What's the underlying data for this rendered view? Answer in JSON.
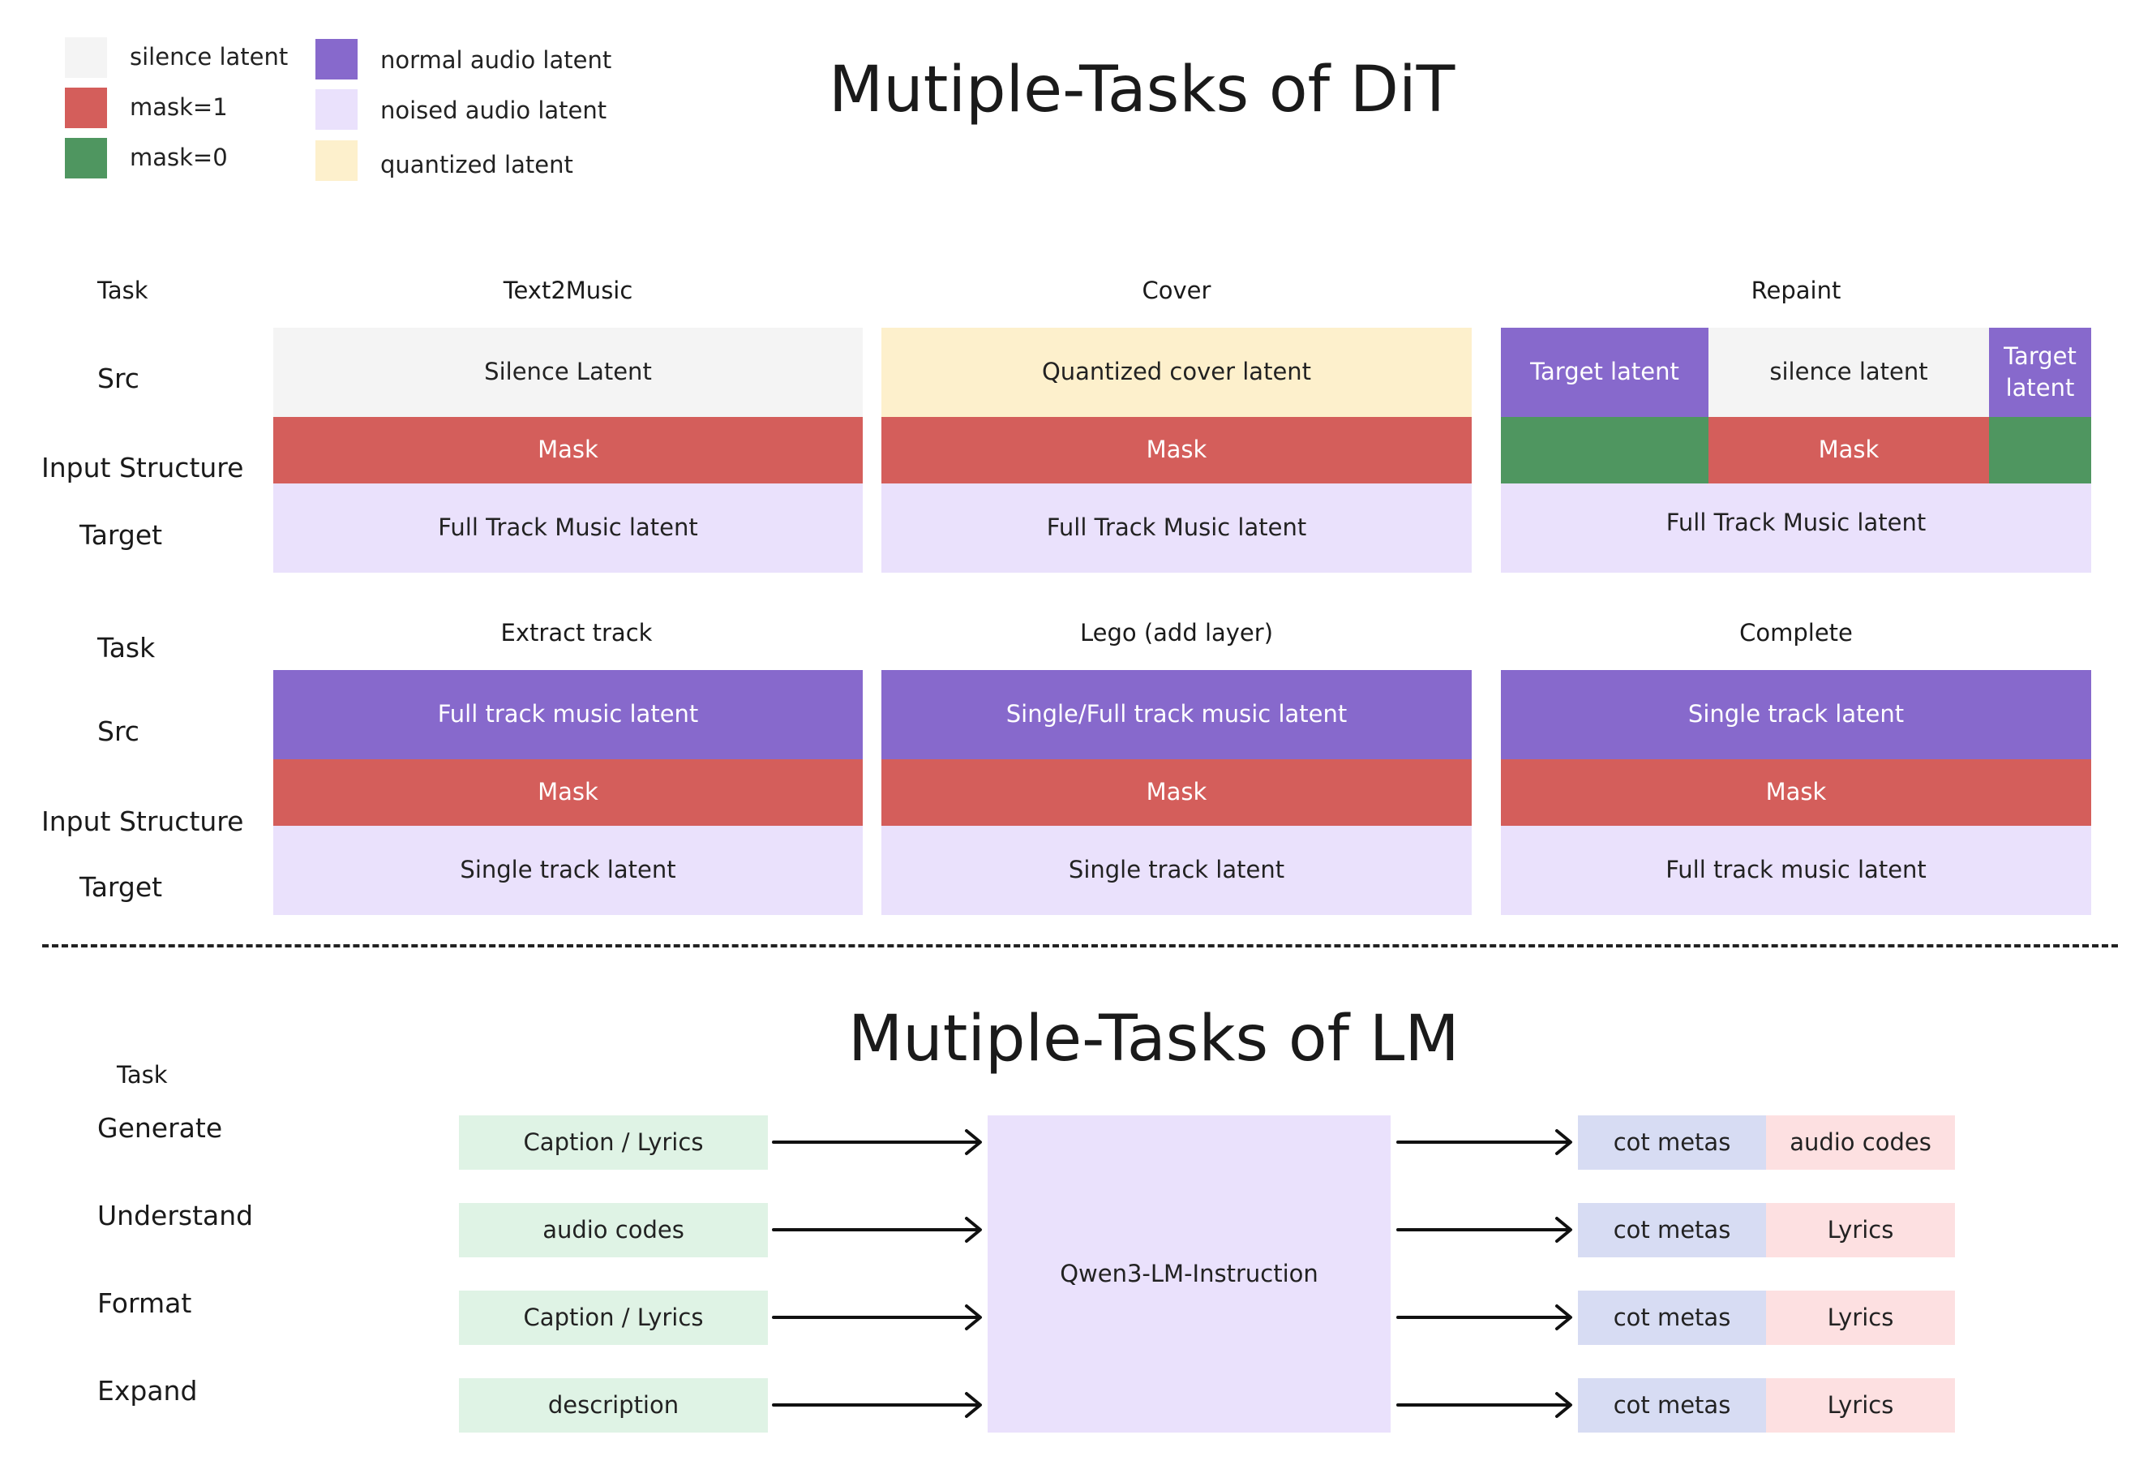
{
  "legend": {
    "items": [
      {
        "label": "silence latent",
        "color": "#f4f4f4"
      },
      {
        "label": "mask=1",
        "color": "#d45e5b"
      },
      {
        "label": "mask=0",
        "color": "#4f9660"
      },
      {
        "label": "normal audio latent",
        "color": "#8769cc"
      },
      {
        "label": "noised audio latent",
        "color": "#eae1fc"
      },
      {
        "label": "quantized latent",
        "color": "#fdf0cc"
      }
    ]
  },
  "dit": {
    "title": "Mutiple-Tasks of DiT",
    "row_labels": {
      "task": "Task",
      "src": "Src",
      "input_structure": "Input Structure",
      "target": "Target"
    },
    "tasks": [
      {
        "name": "Text2Music",
        "src": "Silence Latent",
        "mask": "Mask",
        "target": "Full Track Music latent"
      },
      {
        "name": "Cover",
        "src": "Quantized cover latent",
        "mask": "Mask",
        "target": "Full Track Music latent"
      },
      {
        "name": "Repaint",
        "src_left": "Target latent",
        "src_mid": "silence latent",
        "src_right": "Target latent",
        "mask": "Mask",
        "target": "Full Track Music latent"
      },
      {
        "name": "Extract track",
        "src": "Full track music latent",
        "mask": "Mask",
        "target": "Single track latent"
      },
      {
        "name": "Lego (add layer)",
        "src": "Single/Full track music latent",
        "mask": "Mask",
        "target": "Single track latent"
      },
      {
        "name": "Complete",
        "src": "Single track latent",
        "mask": "Mask",
        "target": "Full track music latent"
      }
    ]
  },
  "lm": {
    "title": "Mutiple-Tasks of LM",
    "task_header": "Task",
    "model": "Qwen3-LM-Instruction",
    "rows": [
      {
        "task": "Generate",
        "input": "Caption / Lyrics",
        "out1": "cot metas",
        "out2": "audio codes"
      },
      {
        "task": "Understand",
        "input": "audio codes",
        "out1": "cot metas",
        "out2": "Lyrics"
      },
      {
        "task": "Format",
        "input": "Caption / Lyrics",
        "out1": "cot metas",
        "out2": "Lyrics"
      },
      {
        "task": "Expand",
        "input": "description",
        "out1": "cot metas",
        "out2": "Lyrics"
      }
    ]
  }
}
